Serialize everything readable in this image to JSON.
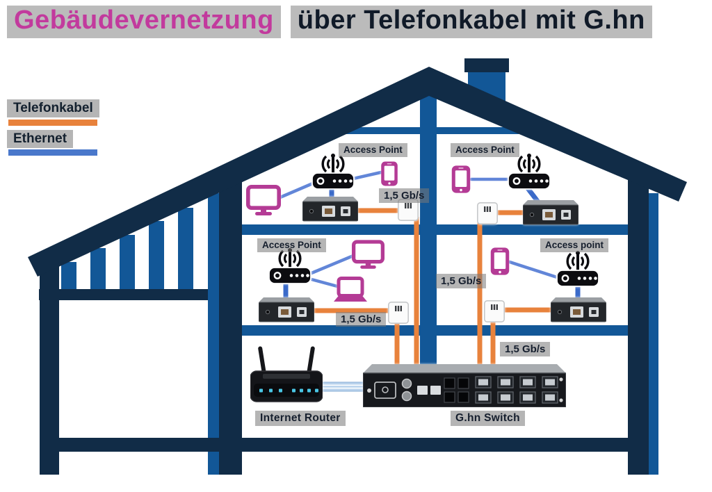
{
  "title": {
    "highlight": "Gebäudevernetzung",
    "rest": "über Telefonkabel mit G.hn"
  },
  "legend": {
    "items": [
      {
        "label": "Telefonkabel",
        "color": "#E8823C"
      },
      {
        "label": "Ethernet",
        "color": "#4A78CB"
      }
    ]
  },
  "diagram": {
    "access_point_labels": [
      "Access Point",
      "Access Point",
      "Access Point",
      "Access point"
    ],
    "speed_labels": [
      "1,5 Gb/s",
      "1,5 Gb/s",
      "1,5 Gb/s",
      "1,5 Gb/s"
    ],
    "router_label": "Internet Router",
    "switch_label": "G.hn Switch",
    "colors": {
      "telefonkabel_cable": "#E8823C",
      "ethernet_cable": "#4A78CB",
      "ethernet_link": "#6286D8",
      "device_magenta": "#B43B95",
      "house_dark": "#112C47",
      "house_mid": "#125797",
      "title_magenta": "#C23A9D",
      "title_dark": "#101A28"
    },
    "icons": {
      "wifi-access-point-icon": "black bar with antenna and signal arcs",
      "ghn-adapter-icon": "dark box with RJ45 and phone port",
      "phone-wall-jack-icon": "white socket with three pins",
      "monitor-icon": "magenta display outline",
      "laptop-icon": "magenta laptop outline",
      "tablet-icon": "magenta tablet outline",
      "internet-router-icon": "black router with two antennas",
      "ghn-switch-icon": "rack switch with 8 RJ45 ports"
    }
  }
}
